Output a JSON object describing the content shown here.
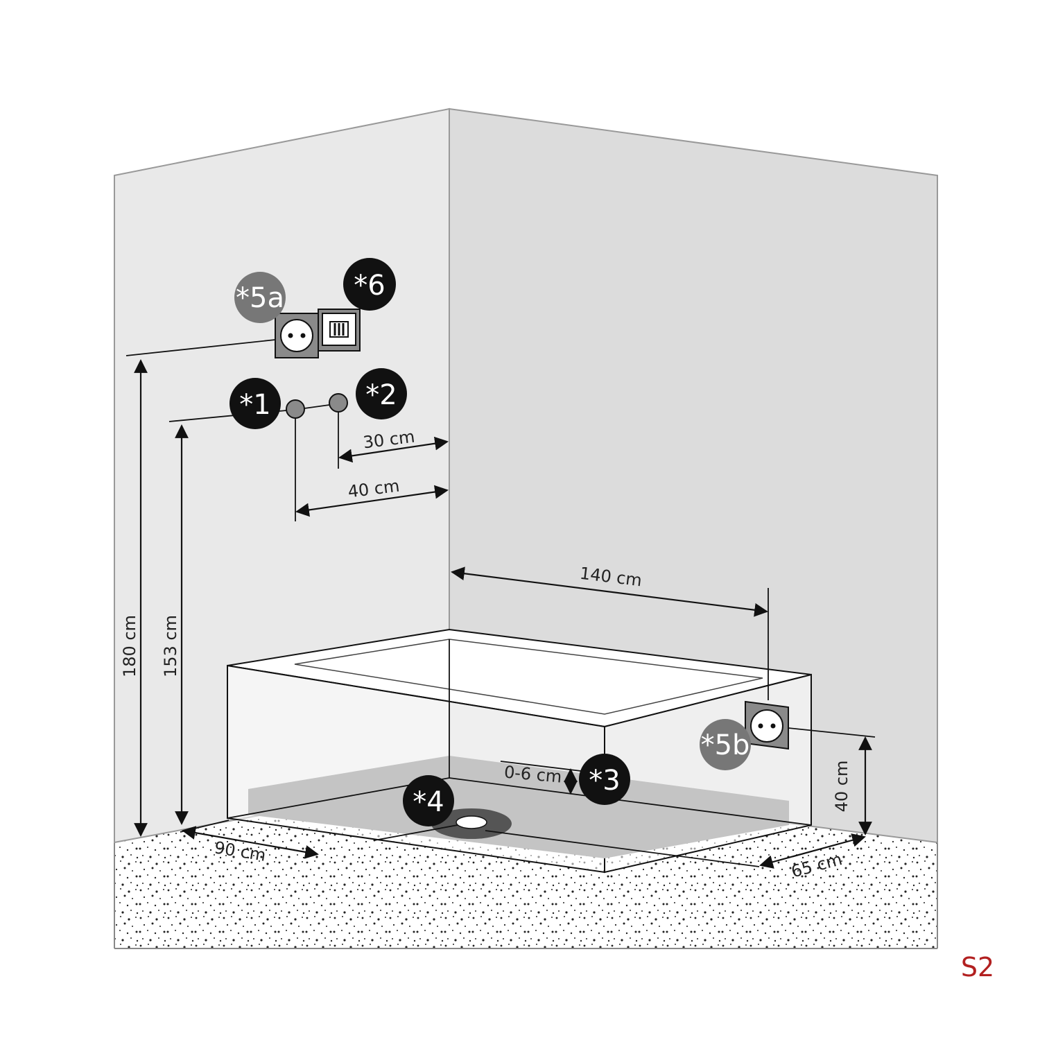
{
  "corner_tag": "S2",
  "markers": {
    "m1": "*1",
    "m2": "*2",
    "m3": "*3",
    "m4": "*4",
    "m5a": "*5a",
    "m5b": "*5b",
    "m6": "*6"
  },
  "dimensions": {
    "height_outlet": "180 cm",
    "height_water": "153 cm",
    "dist_hot": "30 cm",
    "dist_cold": "40 cm",
    "tray_length": "140 cm",
    "tray_width": "90 cm",
    "tray_depth": "65 cm",
    "height_outlet_low": "40 cm",
    "drain_gap": "0-6 cm"
  },
  "colors": {
    "wall_left": "#e9e9e9",
    "wall_right": "#dcdcdc",
    "badge_dark": "#111111",
    "badge_gray": "#777777",
    "corner_tag": "#b22020"
  }
}
